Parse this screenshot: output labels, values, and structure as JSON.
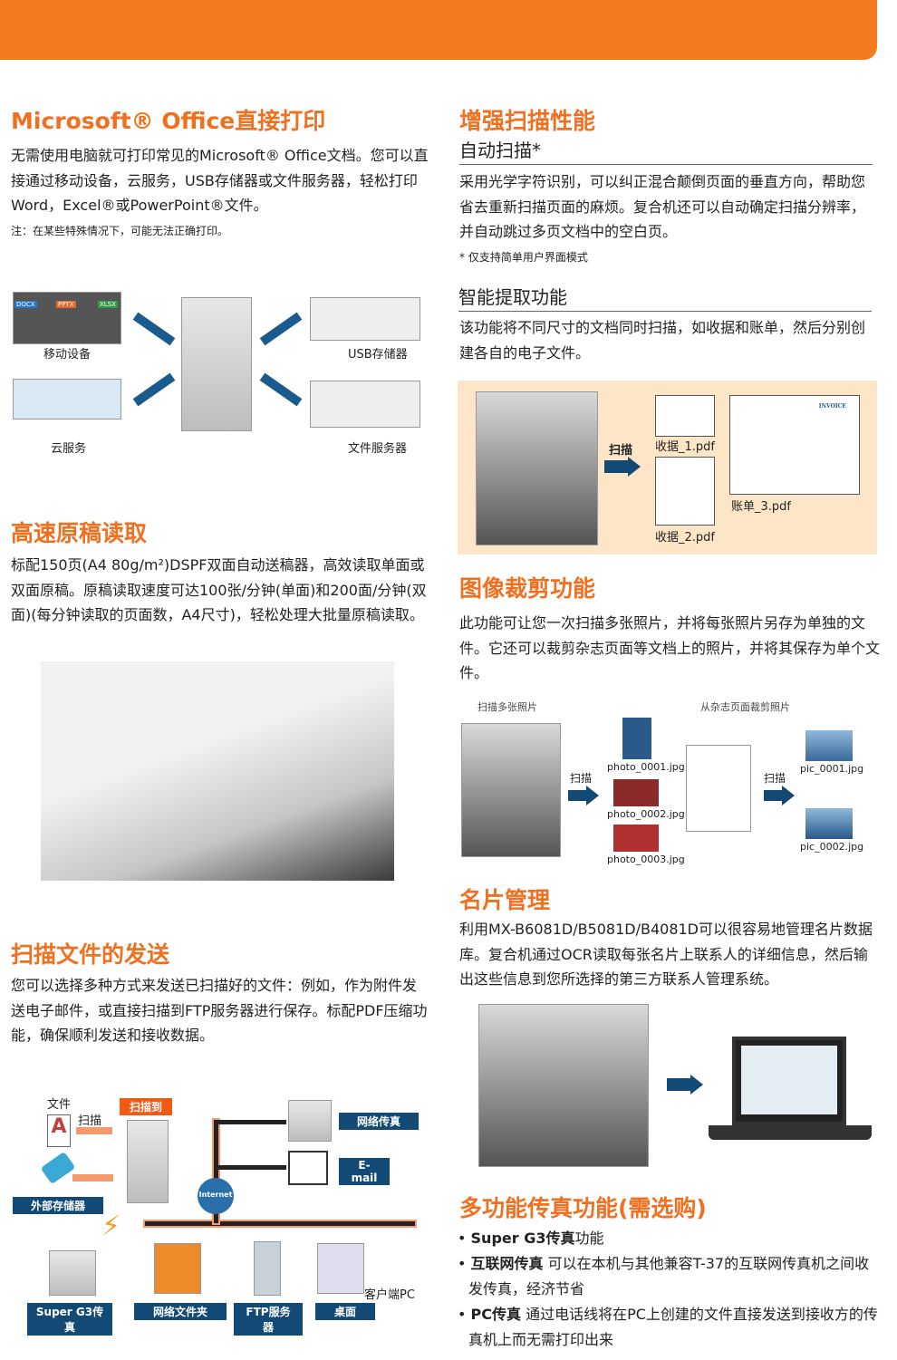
{
  "colors": {
    "accent": "#f47a20",
    "heading": "#f07020",
    "tag": "#134a75"
  },
  "office": {
    "title": "Microsoft® Office直接打印",
    "body": "无需使用电脑就可打印常见的Microsoft® Office文档。您可以直接通过移动设备，云服务，USB存储器或文件服务器，轻松打印Word，Excel®或PowerPoint®文件。",
    "note": "注：在某些特殊情况下，可能无法正确打印。",
    "labels": {
      "mobile": "移动设备",
      "usb": "USB存储器",
      "cloud": "云服务",
      "fileserver": "文件服务器"
    },
    "file_tags": [
      "DOCX",
      "PPTX",
      "XLSX"
    ]
  },
  "highspeed": {
    "title": "高速原稿读取",
    "body": "标配150页(A4 80g/m²)DSPF双面自动送稿器，高效读取单面或双面原稿。原稿读取速度可达100张/分钟(单面)和200面/分钟(双面)(每分钟读取的页面数，A4尺寸)，轻松处理大批量原稿读取。"
  },
  "send": {
    "title": "扫描文件的发送",
    "body": "您可以选择多种方式来发送已扫描好的文件：例如，作为附件发送电子邮件，或直接扫描到FTP服务器进行保存。标配PDF压缩功能，确保顺利发送和接收数据。",
    "diagram": {
      "file": "文件",
      "scan": "扫描",
      "scan_to": "扫描到",
      "external": "外部存储器",
      "netfax": "网络传真",
      "email": "E-mail",
      "internet": "Internet",
      "g3": "Super G3传真",
      "netfolder": "网络文件夹",
      "ftp": "FTP服务器",
      "desktop": "桌面",
      "client": "客户端PC"
    }
  },
  "scan": {
    "title": "增强扫描性能",
    "auto_title": "自动扫描*",
    "auto_body": "采用光学字符识别，可以纠正混合颠倒页面的垂直方向，帮助您省去重新扫描页面的麻烦。复合机还可以自动确定扫描分辨率，并自动跳过多页文档中的空白页。",
    "auto_note": "* 仅支持简单用户界面模式",
    "smart_title": "智能提取功能",
    "smart_body": "该功能将不同尺寸的文档同时扫描，如收据和账单，然后分别创建各自的电子文件。",
    "smart_diagram": {
      "scan": "扫描",
      "f1": "收据_1.pdf",
      "f2": "收据_2.pdf",
      "f3": "账单_3.pdf",
      "invoice": "INVOICE"
    }
  },
  "crop": {
    "title": "图像裁剪功能",
    "body": "此功能可让您一次扫描多张照片，并将每张照片另存为单独的文件。它还可以裁剪杂志页面等文档上的照片，并将其保存为单个文件。",
    "left_caption": "扫描多张照片",
    "right_caption": "从杂志页面裁剪照片",
    "scan1": "扫描",
    "scan2": "扫描",
    "photos": [
      "photo_0001.jpg",
      "photo_0002.jpg",
      "photo_0003.jpg"
    ],
    "pics": [
      "pic_0001.jpg",
      "pic_0002.jpg"
    ]
  },
  "card": {
    "title": "名片管理",
    "body": "利用MX-B6081D/B5081D/B4081D可以很容易地管理名片数据库。复合机通过OCR读取每张名片上联系人的详细信息，然后输出这些信息到您所选择的第三方联系人管理系统。"
  },
  "fax": {
    "title": "多功能传真功能(需选购)",
    "items": [
      {
        "bold": "Super G3传真",
        "text": "功能"
      },
      {
        "bold": "互联网传真",
        "text": " 可以在本机与其他兼容T-37的互联网传真机之间收发传真，经济节省"
      },
      {
        "bold": "PC传真",
        "text": " 通过电话线将在PC上创建的文件直接发送到接收方的传真机上而无需打印出来"
      }
    ]
  }
}
